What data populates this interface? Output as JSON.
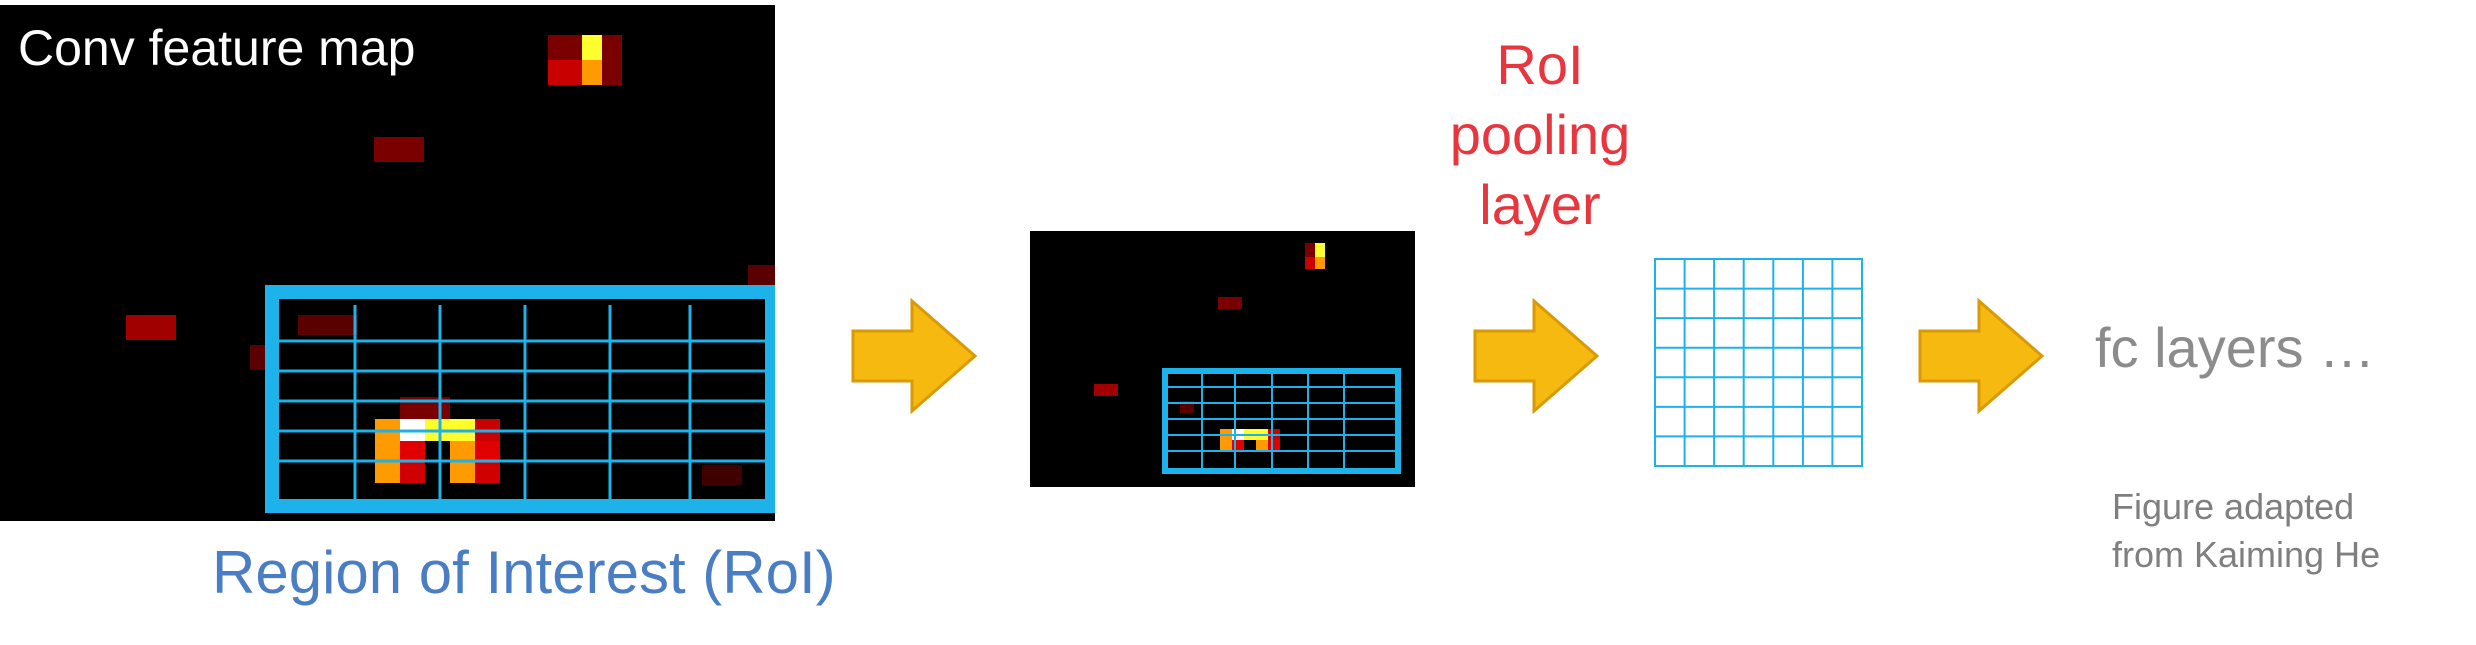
{
  "feature_map": {
    "title": "Conv feature map"
  },
  "roi_caption": "Region of Interest (RoI)",
  "pooling_label": {
    "lines": [
      "RoI",
      "pooling",
      "layer"
    ]
  },
  "fc_label": "fc layers …",
  "credit": {
    "line1": "Figure adapted",
    "line2": "from Kaiming He"
  },
  "colors": {
    "roi_box": "#1EB2EA",
    "grid_line": "#1EB2EA",
    "arrow_fill": "#F5B90F",
    "arrow_stroke": "#D99A06",
    "roi_text": "#4A7EC4",
    "pool_text": "#E8363E",
    "fc_text": "#8C8C8C",
    "credit_text": "#7F7F7F",
    "heat_dark_red": "#7A0000",
    "heat_red": "#C80000",
    "heat_orange": "#FF9A00",
    "heat_yellow": "#FFFF30",
    "heat_white": "#FFFFFF"
  },
  "icons": [
    "right-arrow-icon",
    "pooled-grid-icon"
  ]
}
